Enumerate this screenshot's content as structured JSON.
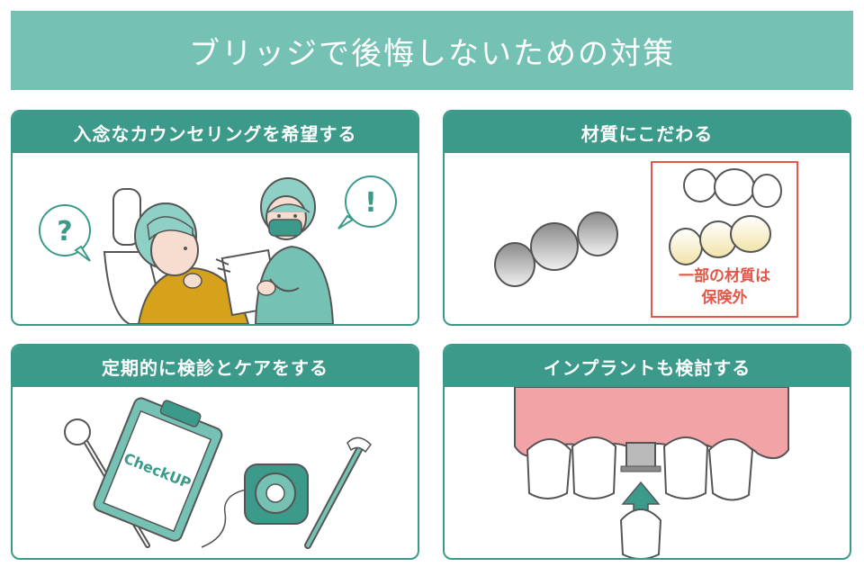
{
  "title": "ブリッジで後悔しないための対策",
  "colors": {
    "banner": "#75c2b5",
    "header": "#3c9a8b",
    "accent_red": "#e2574a",
    "gum": "#f2a3a6",
    "skin": "#f7ddd0",
    "hair": "#8fd0c6",
    "mustard": "#d7a21b"
  },
  "cards": [
    {
      "title": "入念なカウンセリングを希望する",
      "bubble_left": "?",
      "bubble_right": "!",
      "icons": [
        "question-bubble",
        "exclamation-bubble",
        "patient",
        "dentist",
        "clipboard"
      ]
    },
    {
      "title": "材質にこだわる",
      "note_line1": "一部の材質は",
      "note_line2": "保険外",
      "icons": [
        "metal-bridge",
        "white-bridge",
        "cream-bridge"
      ]
    },
    {
      "title": "定期的に検診とケアをする",
      "clipboard_text": "CheckUP",
      "icons": [
        "dental-mirror",
        "clipboard",
        "floss",
        "toothbrush"
      ]
    },
    {
      "title": "インプラントも検討する",
      "icons": [
        "gum",
        "teeth",
        "implant-abutment",
        "up-arrow",
        "implant-crown"
      ]
    }
  ]
}
